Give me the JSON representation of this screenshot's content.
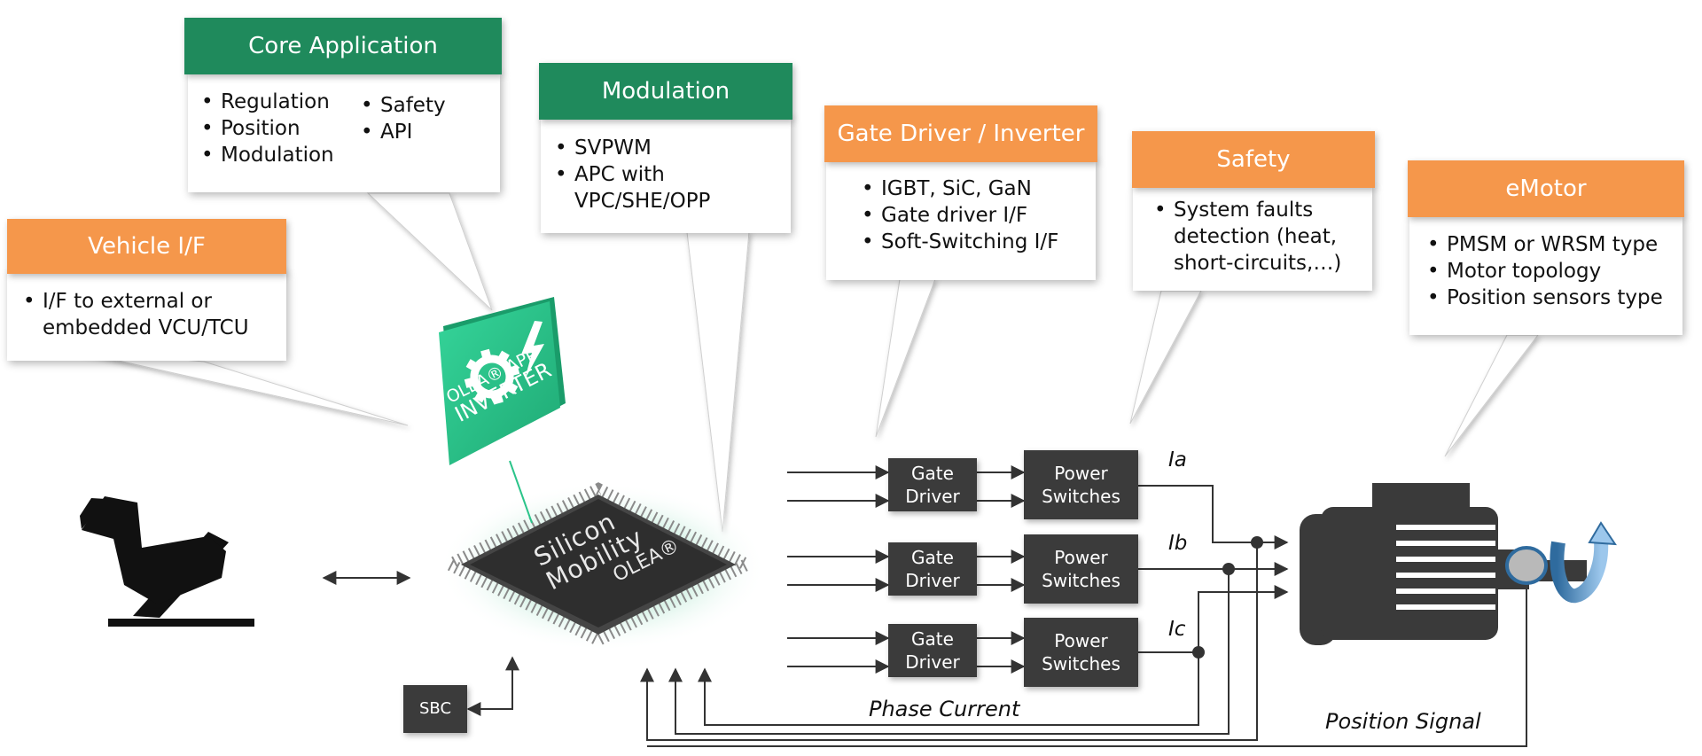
{
  "callouts": {
    "core_application": {
      "title": "Core Application",
      "items_left": [
        "Regulation",
        "Position",
        "Modulation"
      ],
      "items_right": [
        "Safety",
        "API"
      ]
    },
    "modulation": {
      "title": "Modulation",
      "items": [
        "SVPWM",
        "APC with VPC/SHE/OPP"
      ]
    },
    "vehicle_if": {
      "title": "Vehicle I/F",
      "items": [
        "I/F to external or embedded VCU/TCU"
      ]
    },
    "gate_driver_inverter": {
      "title": "Gate Driver / Inverter",
      "items": [
        "IGBT, SiC, GaN",
        "Gate driver I/F",
        "Soft-Switching I/F"
      ]
    },
    "safety": {
      "title": "Safety",
      "items": [
        "System faults detection (heat, short-circuits,…)"
      ]
    },
    "emotor": {
      "title": "eMotor",
      "items": [
        "PMSM or WRSM type",
        "Motor topology",
        "Position sensors type"
      ]
    }
  },
  "app_tile": {
    "registered_mark": "OLEA® APP",
    "line2": "INVERTER"
  },
  "chip": {
    "brand_line1": "Silicon",
    "brand_line2": "Mobility",
    "product": "OLEA®"
  },
  "blocks": {
    "gate_driver": [
      "Gate",
      "Driver"
    ],
    "power_switches": [
      "Power",
      "Switches"
    ],
    "sbc": "SBC"
  },
  "phases": {
    "a": "Ia",
    "b": "Ib",
    "c": "Ic"
  },
  "signals": {
    "phase_current": "Phase Current",
    "position_signal": "Position Signal"
  },
  "icons": [
    "gear-icon",
    "lightning-icon",
    "pedal-icon",
    "motor-icon",
    "rotation-arrow-icon"
  ],
  "colors": {
    "green": "#1f8a5c",
    "orange": "#f5974b",
    "tile_green": "#2bc48a",
    "dark_box": "#3b3b3b",
    "line": "#333333"
  }
}
